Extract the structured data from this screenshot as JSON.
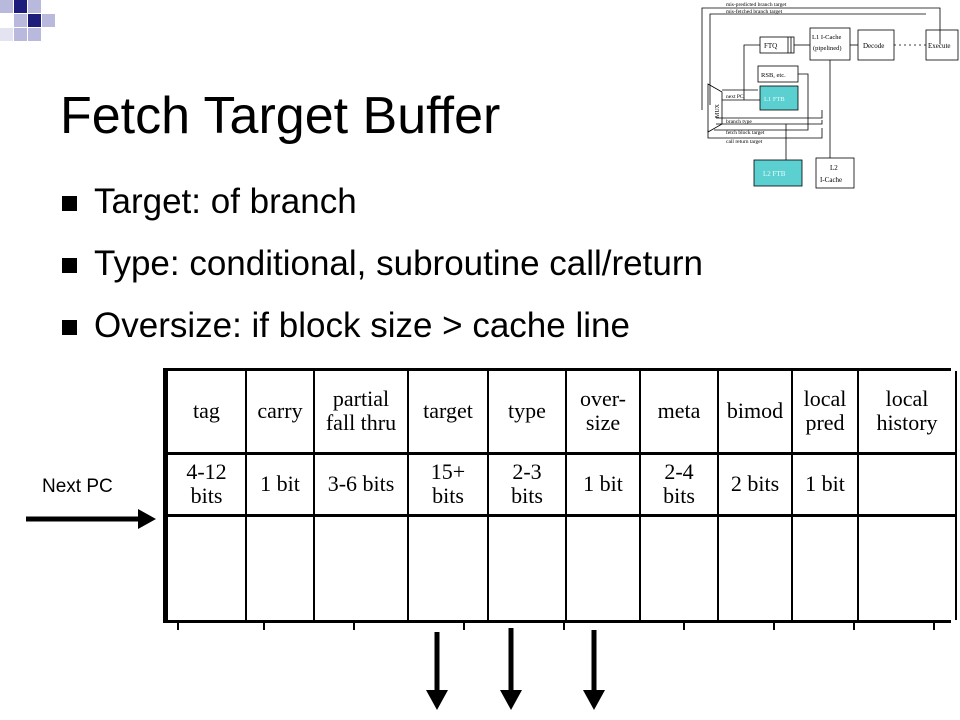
{
  "slide": {
    "title": "Fetch Target Buffer",
    "bullets": [
      "Target: of branch",
      "Type: conditional, subroutine call/return",
      "Oversize: if block size > cache line"
    ]
  },
  "diagram": {
    "labels": {
      "mispredicted": "mis-predicted branch target",
      "misfetched": "mis-fetched branch target",
      "ftq": "FTQ",
      "l1_icache": "L1 I-Cache",
      "pipelined": "(pipelined)",
      "decode": "Decode",
      "execute": "Execute",
      "rsb": "RSB, etc.",
      "mux": "MUX",
      "next_pc": "next PC",
      "l1_ftb": "L1 FTB",
      "branch_type": "branch type",
      "fetch_block_target": "fetch block target",
      "call_return_target": "call return target",
      "l2_ftb": "L2 FTB",
      "l2": "L2",
      "l2_icache": "I-Cache"
    },
    "colors": {
      "ftb_fill": "#5ccfd0",
      "ftb_text": "#e6ffff"
    }
  },
  "ftb_table": {
    "headers": [
      [
        "tag"
      ],
      [
        "carry"
      ],
      [
        "partial",
        "fall thru"
      ],
      [
        "target"
      ],
      [
        "type"
      ],
      [
        "over-",
        "size"
      ],
      [
        "meta"
      ],
      [
        "bimod"
      ],
      [
        "local",
        "pred"
      ],
      [
        "local",
        "history"
      ]
    ],
    "sizes": [
      [
        "4-12",
        "bits"
      ],
      [
        "1 bit"
      ],
      [
        "3-6 bits"
      ],
      [
        "15+",
        "bits"
      ],
      [
        "2-3",
        "bits"
      ],
      [
        "1 bit"
      ],
      [
        "2-4",
        "bits"
      ],
      [
        "2 bits"
      ],
      [
        "1 bit"
      ],
      [
        ""
      ]
    ]
  },
  "next_pc_label": "Next PC",
  "colors": {
    "corner_dark": "#1c1c7a",
    "corner_light": "#b9b9dd"
  }
}
